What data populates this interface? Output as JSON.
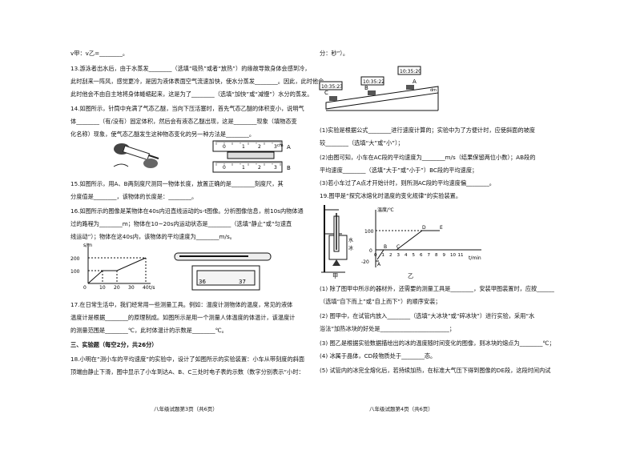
{
  "left": {
    "l0": "v甲：v乙=________。",
    "q13a": "13.游泳者出水后，由于水蒸发________（选填“吸热”或者“放热”）的缘故导致身体会感到冷，",
    "q13b": "此时他会不由自主地将身体蜷缩起来，这是为了________（选填“加快”或“减慢”）水分的蒸发。",
    "q13c": "此时刮来一阵风，感觉更冷，是因为液体表面空气流速加快，使水分蒸发________。因此，此时他会",
    "q14a": "14.如图所示，针筒中充满了气态乙醚，当向下压活塞时，首先气态乙醚的体积变小，说明气",
    "q14b": "体________（有/没有）固定体积，然后会有液态乙醚出现，这是________现象（填物态变",
    "q14c": "化名称）现象，使气态乙醚发生这种物态变化的另一种方法是________。",
    "q15a": "15.如图所示，用A、B两刻度尺测同一物体长度，放置正确的是________刻度尺，其",
    "q15b": "分度值是________，该物体的长度是：________。",
    "q16a": "16.如图所示的图像是某物体在40s内沿直线运动的s-t图像。分析图像信息，前10s内物体通",
    "q16b": "过的路程为________m；物体在10~20s内运动状态是________（选填“静止”或“匀速直",
    "q16c": "线运动”）；物体在这40s内，该物体的平均速度为________m/s。",
    "q17a": "17.在日常生活中，我们经常用一些测量工具。例如：温度计测物体的温度，常见的液体",
    "q17b": "温度计是根据________的原理制成。如图所示是用一个测量人体温度的体温计，该温度计",
    "q17c": "的测量范围是________℃，此时体温计的示数是________℃。",
    "sec3": "三、实验题（每空2分，共26分）",
    "q18a": "18.小明在“测小车的平均速度”的实验中，设计了如图所示的实验装置：小车从带刻度的斜面",
    "q18b": "顶端由静止下滑，图中显示了小车到达A、B、C三处时电子表的示数（数字分别表示“小时：",
    "footer": "八年级试题第3页（共6页）",
    "ruler_unit": "cm",
    "ruler_ticks": [
      "0",
      "1",
      "2",
      "3"
    ],
    "ruler_labels": [
      "A",
      "B"
    ],
    "st_chart": {
      "ylabel": "s/m",
      "xlabel": "t/s",
      "yticks": [
        "200",
        "100"
      ],
      "xticks": [
        "0",
        "10",
        "20",
        "30",
        "40"
      ]
    },
    "thermo_reading_left": "36",
    "thermo_reading_right": "37"
  },
  "right": {
    "r0": "分：秒”）。",
    "clocks": [
      "10:35:23",
      "10:35:22",
      "10:35:20"
    ],
    "ramp_labels": [
      "C",
      "B",
      "A"
    ],
    "ramp_unit": "dm",
    "q18c": "(1)实验是根据公式________进行速度计算的；实验中为了方便计时，应使斜面的坡度",
    "q18d": "较________（选填“大”或“小”）；",
    "q18e": "(2)由图可知，小车在AC段的平均速度为________m/s（结果保留两位小数）；AB段的",
    "q18f": "平均速度________（选填“大于”或“小于”）BC段的平均速度；",
    "q18g": "(3)若小车过了A点才开始计时，则所测AC段的平均速度偏________。",
    "q19a": "19.图甲是“探究冰熔化时温度的变化规律”的实验装置。",
    "chart": {
      "ylabel": "温度/℃",
      "xlabel": "t/min",
      "yticks": [
        "100",
        "0",
        "-20"
      ],
      "xticks": [
        "0",
        "1",
        "2",
        "3",
        "4",
        "5",
        "6",
        "7",
        "8",
        "9",
        "10",
        "11"
      ],
      "points": [
        "A",
        "B",
        "C",
        "D",
        "E"
      ]
    },
    "fig_labels": [
      "甲",
      "乙"
    ],
    "water_label": "水",
    "ice_label": "冰",
    "q19b": "(1) 除了图甲中所示的器材外，还需要的测量工具是________，安装甲图装置时，应按______",
    "q19c": "（选填“自下而上”或“自上而下”）的顺序安装；",
    "q19d": "(2) 图甲中，在试管内放入________（选填“大冰块”或“碎冰块”）进行实验，采用“水",
    "q19e": "浴法”加热冰块的好处是________________________；",
    "q19f": "(3) 图乙是根据实验数据描绘出的冰的温度随时间变化的图像，则冰块的熔点为________℃；",
    "q19g": "(4) 冰属于晶体，CD段物质处于________态。",
    "q19h": "(5) 试管内的冰完全熔化后，若持续加热，在标准大气压下得到图像的DE段，这段时间内试",
    "footer": "八年级试题第4页（共6页）"
  }
}
